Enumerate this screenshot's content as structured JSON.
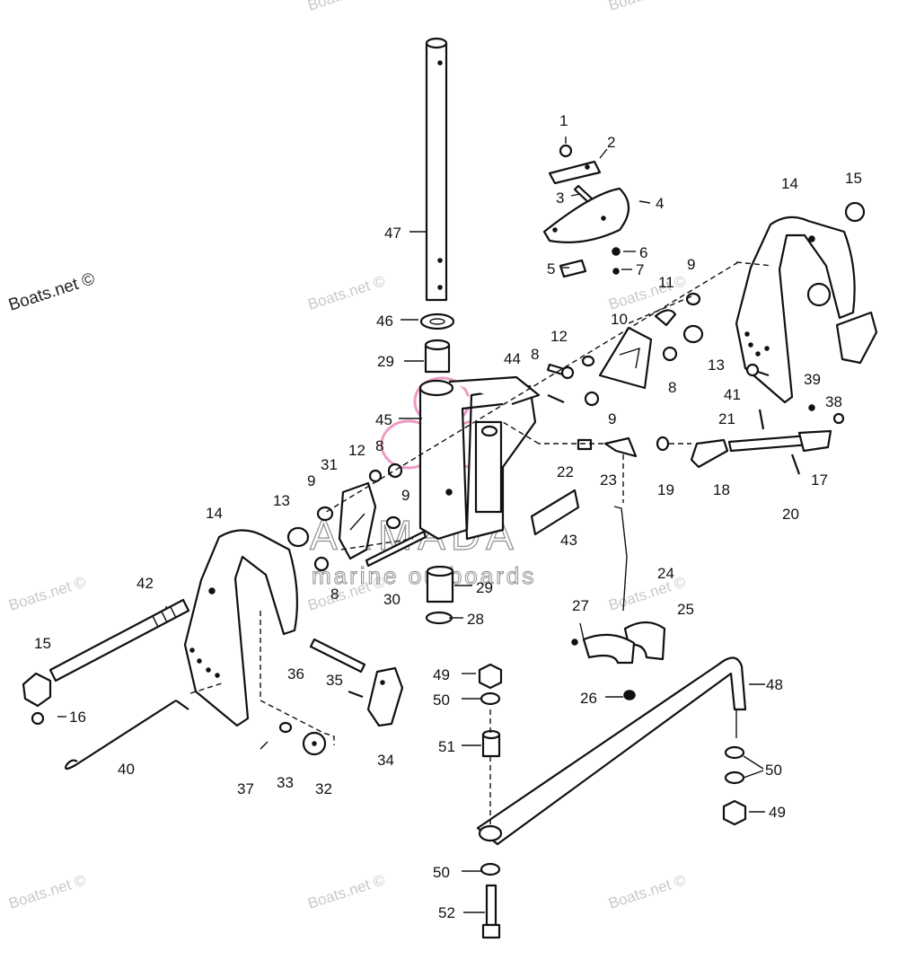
{
  "watermarks": {
    "site": "Boats.net ©",
    "brand_name": "ARMADA",
    "brand_tagline": "marine outboards"
  },
  "callouts": [
    {
      "id": "c1",
      "text": "1"
    },
    {
      "id": "c2",
      "text": "2"
    },
    {
      "id": "c3",
      "text": "3"
    },
    {
      "id": "c4",
      "text": "4"
    },
    {
      "id": "c5",
      "text": "5"
    },
    {
      "id": "c6",
      "text": "6"
    },
    {
      "id": "c7",
      "text": "7"
    },
    {
      "id": "c8a",
      "text": "8"
    },
    {
      "id": "c8b",
      "text": "8"
    },
    {
      "id": "c8c",
      "text": "8"
    },
    {
      "id": "c8d",
      "text": "8"
    },
    {
      "id": "c9a",
      "text": "9"
    },
    {
      "id": "c9b",
      "text": "9"
    },
    {
      "id": "c9c",
      "text": "9"
    },
    {
      "id": "c9d",
      "text": "9"
    },
    {
      "id": "c10",
      "text": "10"
    },
    {
      "id": "c11",
      "text": "11"
    },
    {
      "id": "c12a",
      "text": "12"
    },
    {
      "id": "c12b",
      "text": "12"
    },
    {
      "id": "c13a",
      "text": "13"
    },
    {
      "id": "c13b",
      "text": "13"
    },
    {
      "id": "c14a",
      "text": "14"
    },
    {
      "id": "c14b",
      "text": "14"
    },
    {
      "id": "c15a",
      "text": "15"
    },
    {
      "id": "c15b",
      "text": "15"
    },
    {
      "id": "c16",
      "text": "16"
    },
    {
      "id": "c17",
      "text": "17"
    },
    {
      "id": "c18",
      "text": "18"
    },
    {
      "id": "c19",
      "text": "19"
    },
    {
      "id": "c20",
      "text": "20"
    },
    {
      "id": "c21",
      "text": "21"
    },
    {
      "id": "c22",
      "text": "22"
    },
    {
      "id": "c23",
      "text": "23"
    },
    {
      "id": "c24",
      "text": "24"
    },
    {
      "id": "c25",
      "text": "25"
    },
    {
      "id": "c26",
      "text": "26"
    },
    {
      "id": "c27",
      "text": "27"
    },
    {
      "id": "c28",
      "text": "28"
    },
    {
      "id": "c29a",
      "text": "29"
    },
    {
      "id": "c29b",
      "text": "29"
    },
    {
      "id": "c30",
      "text": "30"
    },
    {
      "id": "c31",
      "text": "31"
    },
    {
      "id": "c32",
      "text": "32"
    },
    {
      "id": "c33",
      "text": "33"
    },
    {
      "id": "c34",
      "text": "34"
    },
    {
      "id": "c35",
      "text": "35"
    },
    {
      "id": "c36",
      "text": "36"
    },
    {
      "id": "c37",
      "text": "37"
    },
    {
      "id": "c38",
      "text": "38"
    },
    {
      "id": "c39",
      "text": "39"
    },
    {
      "id": "c40",
      "text": "40"
    },
    {
      "id": "c41",
      "text": "41"
    },
    {
      "id": "c42",
      "text": "42"
    },
    {
      "id": "c43",
      "text": "43"
    },
    {
      "id": "c44",
      "text": "44"
    },
    {
      "id": "c45",
      "text": "45"
    },
    {
      "id": "c46",
      "text": "46"
    },
    {
      "id": "c47",
      "text": "47"
    },
    {
      "id": "c48",
      "text": "48"
    },
    {
      "id": "c49a",
      "text": "49"
    },
    {
      "id": "c49b",
      "text": "49"
    },
    {
      "id": "c50a",
      "text": "50"
    },
    {
      "id": "c50b",
      "text": "50"
    },
    {
      "id": "c50c",
      "text": "50"
    },
    {
      "id": "c51",
      "text": "51"
    },
    {
      "id": "c52",
      "text": "52"
    }
  ],
  "colors": {
    "line": "#111111",
    "background": "#ffffff",
    "watermark": "#c9c9c9",
    "logo_pink": "#e04a9a"
  },
  "icons": {
    "logo": "propeller-logo"
  }
}
